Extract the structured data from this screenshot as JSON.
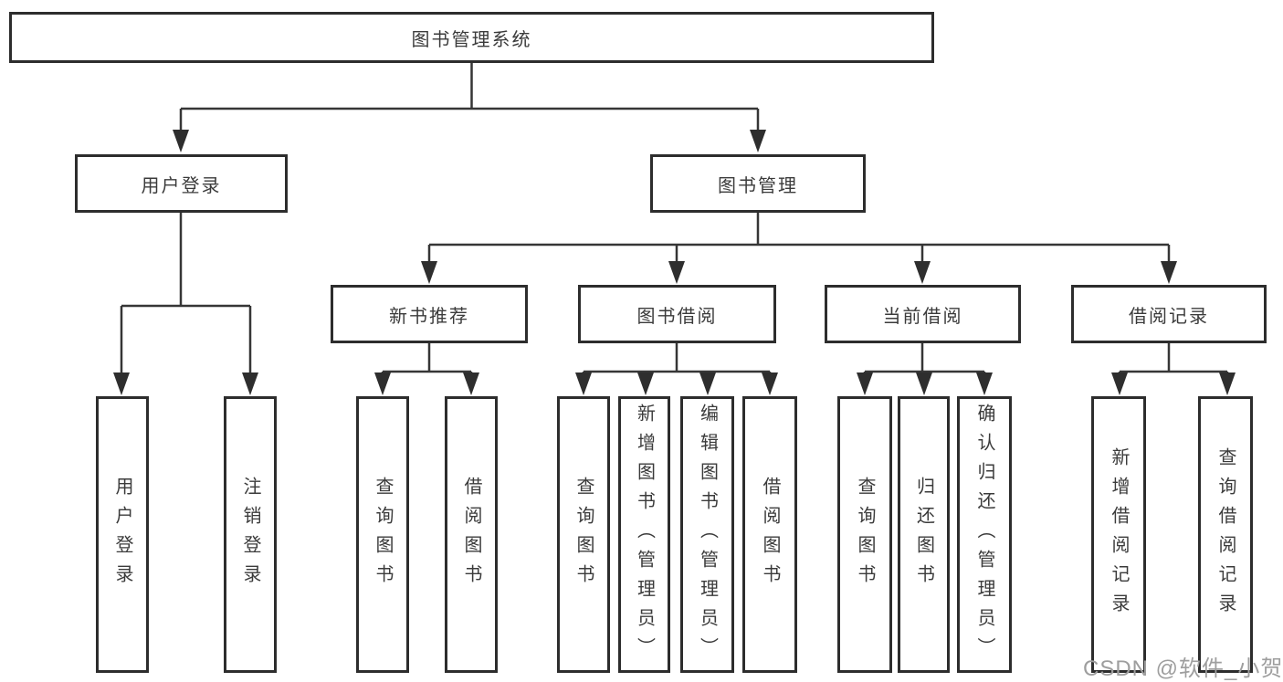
{
  "diagram": {
    "title": "图书管理系统",
    "nodes": {
      "root": "图书管理系统",
      "user_login": "用户登录",
      "book_management": "图书管理",
      "new_book_recommend": "新书推荐",
      "book_borrow": "图书借阅",
      "current_borrow": "当前借阅",
      "borrow_records": "借阅记录",
      "leaf_user_login": "用户登录",
      "leaf_logout": "注销登录",
      "leaf_query_books_1": "查询图书",
      "leaf_borrow_books_1": "借阅图书",
      "leaf_query_books_2": "查询图书",
      "leaf_add_books_admin": "新增图书（管理员）",
      "leaf_edit_books_admin": "编辑图书（管理员）",
      "leaf_borrow_books_2": "借阅图书",
      "leaf_query_books_3": "查询图书",
      "leaf_return_books": "归还图书",
      "leaf_confirm_return_admin": "确认归还（管理员）",
      "leaf_add_borrow_record": "新增借阅记录",
      "leaf_query_borrow_record": "查询借阅记录"
    },
    "hierarchy": {
      "图书管理系统": [
        "用户登录",
        "图书管理"
      ],
      "用户登录": [
        "用户登录",
        "注销登录"
      ],
      "图书管理": [
        "新书推荐",
        "图书借阅",
        "当前借阅",
        "借阅记录"
      ],
      "新书推荐": [
        "查询图书",
        "借阅图书"
      ],
      "图书借阅": [
        "查询图书",
        "新增图书（管理员）",
        "编辑图书（管理员）",
        "借阅图书"
      ],
      "当前借阅": [
        "查询图书",
        "归还图书",
        "确认归还（管理员）"
      ],
      "借阅记录": [
        "新增借阅记录",
        "查询借阅记录"
      ]
    },
    "colors": {
      "line": "#363636",
      "box_border": "#2d2d2d",
      "text": "#3b3b3b",
      "background": "#ffffff",
      "watermark_text": "#9e9e9e"
    }
  },
  "watermark": "CSDN @软件_小贺同学"
}
